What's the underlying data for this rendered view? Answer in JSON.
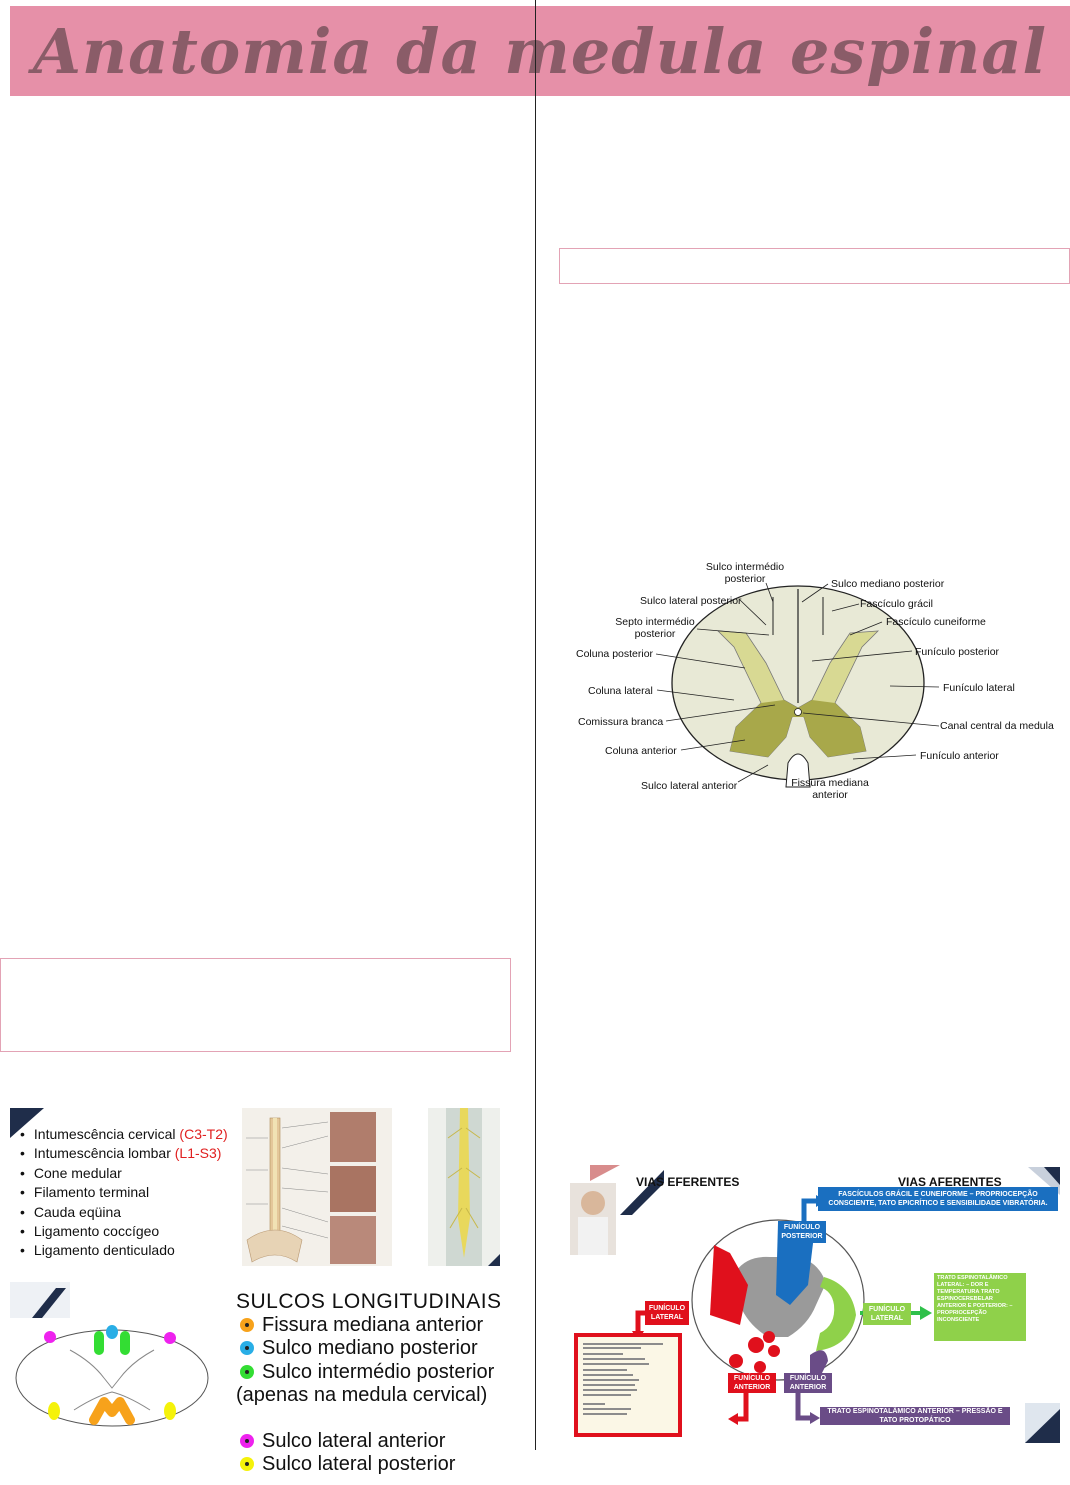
{
  "banner": {
    "title": "Anatomia da medula espinal"
  },
  "cross_section": {
    "labels": {
      "sulco_intermedio_posterior": "Sulco intermédio posterior",
      "sulco_mediano_posterior": "Sulco mediano posterior",
      "sulco_lateral_posterior": "Sulco lateral posterior",
      "fasciculo_gracil": "Fascículo grácil",
      "septo_intermedio_posterior": "Septo intermédio posterior",
      "fasciculo_cuneiforme": "Fascículo cuneiforme",
      "coluna_posterior": "Coluna posterior",
      "funiculo_posterior": "Funículo posterior",
      "coluna_lateral": "Coluna lateral",
      "funiculo_lateral": "Funículo lateral",
      "comissura_branca": "Comissura branca",
      "canal_central": "Canal central da medula",
      "coluna_anterior": "Coluna anterior",
      "funiculo_anterior": "Funículo anterior",
      "sulco_lateral_anterior": "Sulco lateral anterior",
      "fissura_mediana_anterior": "Fissura mediana anterior"
    }
  },
  "structures_slide": {
    "items": [
      {
        "text": "Intumescência cervical ",
        "range": "(C3-T2)"
      },
      {
        "text": "Intumescência lombar ",
        "range": "(L1-S3)"
      },
      {
        "text": "Cone medular",
        "range": ""
      },
      {
        "text": "Filamento terminal",
        "range": ""
      },
      {
        "text": "Cauda eqüina",
        "range": ""
      },
      {
        "text": "Ligamento coccígeo",
        "range": ""
      },
      {
        "text": "Ligamento denticulado",
        "range": ""
      }
    ]
  },
  "sulcos_slide": {
    "heading": "SULCOS LONGITUDINAIS",
    "items": [
      {
        "label": "Fissura mediana anterior",
        "color": "#f7a21b"
      },
      {
        "label": "Sulco mediano posterior",
        "color": "#29aee6"
      },
      {
        "label": "Sulco intermédio posterior",
        "color": "#33dd33"
      },
      {
        "label": "(apenas na medula cervical)",
        "color": ""
      },
      {
        "label": "Sulco lateral anterior",
        "color": "#ee22ee"
      },
      {
        "label": "Sulco lateral posterior",
        "color": "#f5f20a"
      }
    ]
  },
  "tracts_slide": {
    "vias_eferentes": "VIAS EFERENTES",
    "vias_aferentes": "VIAS AFERENTES",
    "gracil_box": "FASCÍCULOS GRÁCIL E CUNEIFORME – PROPRIOCEPÇÃO CONSCIENTE, TATO EPICRÍTICO E SENSIBILIDADE VIBRATÓRIA.",
    "funiculo_posterior": "FUNÍCULO POSTERIOR",
    "funiculo_lateral_left": "FUNÍCULO LATERAL",
    "funiculo_lateral_right": "FUNÍCULO LATERAL",
    "funiculo_anterior_red": "FUNÍCULO ANTERIOR",
    "funiculo_anterior_purple": "FUNÍCULO ANTERIOR",
    "green_box": "TRATO ESPINOTALÂMICO LATERAL: – DOR E TEMPERATURA TRATO ESPINOCEREBELAR ANTERIOR E POSTERIOR: – PROPRIOCEPÇÃO INCONSCIENTE",
    "purple_box": "TRATO ESPINOTALÂMICO ANTERIOR – PRESSÃO E TATO PROTOPÁTICO",
    "colors": {
      "red": "#e0101c",
      "blue": "#1a6fc0",
      "green": "#8fd14a",
      "purple": "#6a4c87",
      "gray": "#9a9a9a"
    }
  }
}
